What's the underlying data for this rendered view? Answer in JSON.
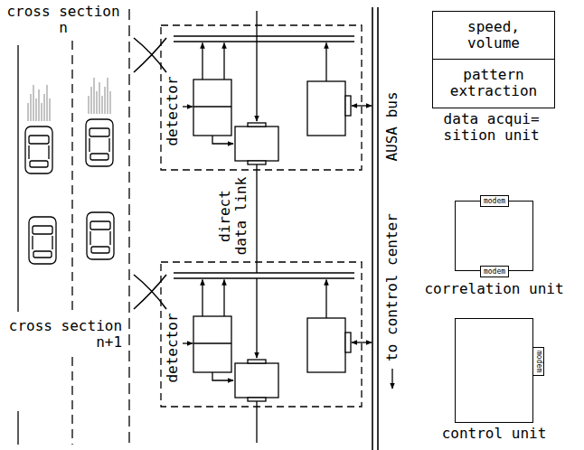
{
  "diagram": {
    "nodes": [
      {
        "text": [
          "speed, volume",
          "pattern extraction",
          "data acqui= sition unit"
        ]
      },
      {
        "text": [
          "correlation unit"
        ]
      },
      {
        "text": [
          "modem"
        ],
        "in": 1
      },
      {
        "text": [
          "modem"
        ],
        "in": 1
      },
      {
        "text": [
          "control unit"
        ]
      },
      {
        "text": [
          "modem"
        ],
        "in": 4
      }
    ],
    "labels": [
      "cross section n",
      "cross section n+1",
      "detector",
      "detector",
      "direct data link",
      "AUSA bus",
      "to control center"
    ]
  }
}
